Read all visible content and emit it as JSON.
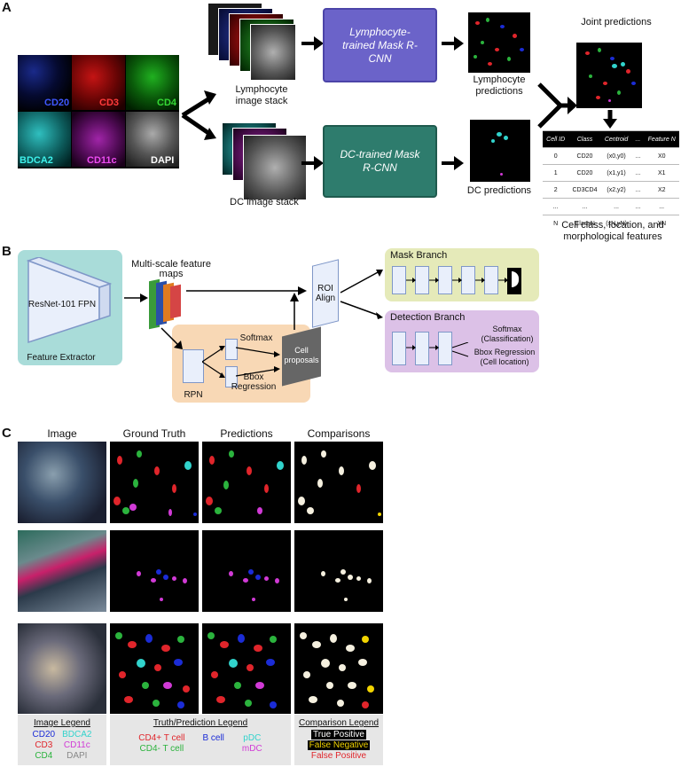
{
  "panel_a": {
    "letter": "A",
    "channels": [
      "CD20",
      "CD3",
      "CD4",
      "BDCA2",
      "CD11c",
      "DAPI"
    ],
    "lymph_stack_caption": "Lymphocyte image stack",
    "dc_stack_caption": "DC image stack",
    "lymph_model": "Lymphocyte-trained Mask R-CNN",
    "dc_model": "DC-trained Mask R-CNN",
    "lymph_pred_caption": "Lymphocyte predictions",
    "dc_pred_caption": "DC predictions",
    "joint_caption": "Joint predictions",
    "table": {
      "headers": [
        "Cell ID",
        "Class",
        "Centroid",
        "...",
        "Feature N"
      ],
      "rows": [
        [
          "0",
          "CD20",
          "(x0,y0)",
          "...",
          "X0"
        ],
        [
          "1",
          "CD20",
          "(x1,y1)",
          "...",
          "X1"
        ],
        [
          "2",
          "CD3CD4",
          "(x2,y2)",
          "...",
          "X2"
        ],
        [
          "...",
          "...",
          "...",
          "...",
          "..."
        ],
        [
          "N",
          "ClassN",
          "(xN,yN)",
          "...",
          "XN"
        ]
      ]
    },
    "table_caption": "Cell class, location, and morphological features"
  },
  "panel_b": {
    "letter": "B",
    "backbone": "ResNet-101 FPN",
    "extractor": "Feature Extractor",
    "feature_maps": "Multi-scale feature maps",
    "rpn": "RPN",
    "softmax": "Softmax",
    "bbox": "Bbox Regression",
    "proposals": "Cell proposals",
    "roi": "ROI Align",
    "mask_branch": "Mask Branch",
    "detection_branch": "Detection Branch",
    "det_softmax": "Softmax (Classification)",
    "det_bbox": "Bbox Regression (Cell location)"
  },
  "panel_c": {
    "letter": "C",
    "columns": [
      "Image",
      "Ground Truth",
      "Predictions",
      "Comparisons"
    ],
    "image_legend": {
      "title": "Image Legend",
      "items": [
        "CD20",
        "BDCA2",
        "CD3",
        "CD11c",
        "CD4",
        "DAPI"
      ]
    },
    "truth_legend": {
      "title": "Truth/Prediction Legend",
      "items": [
        "CD4+ T cell",
        "B cell",
        "pDC",
        "CD4- T cell",
        "mDC"
      ]
    },
    "comparison_legend": {
      "title": "Comparison Legend",
      "items": [
        "True Positive",
        "False Negative",
        "False Positive"
      ]
    }
  },
  "colors": {
    "lymph_model": "#6b63c9",
    "dc_model": "#2e7c6d",
    "extractor_bg": "#a9dcd9",
    "rpn_bg": "#f8d8b5",
    "mask_bg": "#e5eab9",
    "det_bg": "#dcc1e7",
    "cd20": "#1b2cd6",
    "cd3": "#e0252b",
    "cd4": "#2bb33d",
    "bdca2": "#31d3cc",
    "cd11c": "#d13ad6",
    "dapi": "#bdbdbd"
  }
}
